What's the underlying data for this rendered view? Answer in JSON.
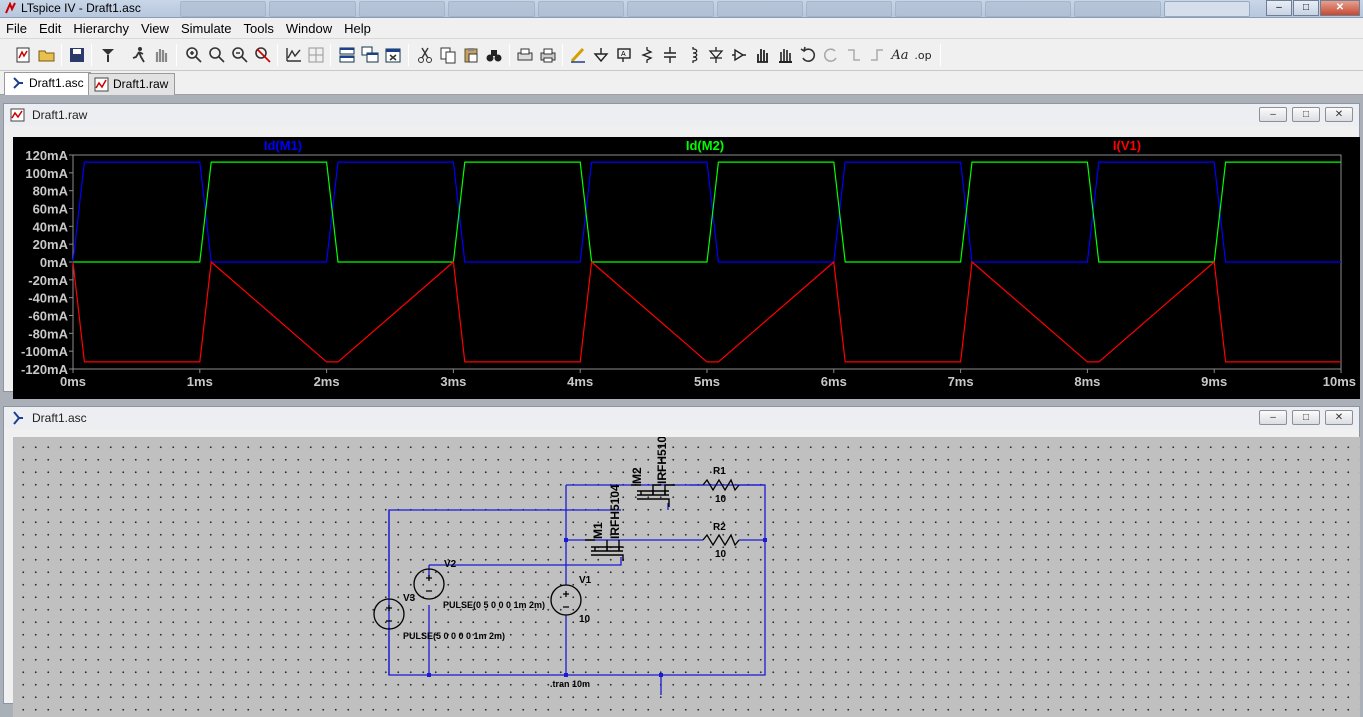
{
  "window": {
    "title": "LTspice IV - Draft1.asc",
    "controls": [
      "minimize",
      "maximize",
      "close"
    ]
  },
  "menu": [
    "File",
    "Edit",
    "Hierarchy",
    "View",
    "Simulate",
    "Tools",
    "Window",
    "Help"
  ],
  "toolbar_icons": [
    "new-schematic-icon",
    "open-icon",
    "save-icon",
    "control-panel-icon",
    "run-icon",
    "halt-icon",
    "zoom-in-icon",
    "zoom-area-icon",
    "zoom-out-icon",
    "zoom-fit-icon",
    "autorange-icon",
    "grid-icon",
    "tile-horizontal-icon",
    "cascade-icon",
    "close-all-icon",
    "cut-icon",
    "copy-icon",
    "paste-icon",
    "find-icon",
    "print-setup-icon",
    "print-icon",
    "wire-icon",
    "ground-icon",
    "label-icon",
    "resistor-icon",
    "capacitor-icon",
    "inductor-icon",
    "diode-icon",
    "component-icon",
    "move-icon",
    "drag-icon",
    "undo-icon",
    "redo-icon",
    "rotate-icon",
    "mirror-icon",
    "text-icon",
    "spice-directive-icon"
  ],
  "tabs": [
    {
      "label": "Draft1.asc",
      "active": true
    },
    {
      "label": "Draft1.raw",
      "active": false
    }
  ],
  "waveform": {
    "title": "Draft1.raw",
    "traces": [
      {
        "label": "Id(M1)",
        "color": "#0000ff"
      },
      {
        "label": "Id(M2)",
        "color": "#00ff00"
      },
      {
        "label": "I(V1)",
        "color": "#ff0000"
      }
    ],
    "y_ticks": [
      "120mA",
      "100mA",
      "80mA",
      "60mA",
      "40mA",
      "20mA",
      "0mA",
      "-20mA",
      "-40mA",
      "-60mA",
      "-80mA",
      "-100mA",
      "-120mA"
    ],
    "x_ticks": [
      "0ms",
      "1ms",
      "2ms",
      "3ms",
      "4ms",
      "5ms",
      "6ms",
      "7ms",
      "8ms",
      "9ms",
      "10ms"
    ]
  },
  "chart_data": {
    "type": "line",
    "xlabel": "",
    "ylabel": "",
    "xlim": [
      0,
      10
    ],
    "x_unit": "ms",
    "ylim": [
      -120,
      120
    ],
    "y_unit": "mA",
    "grid": false,
    "period_ms": 2,
    "series": [
      {
        "name": "Id(M1)",
        "color": "#0000ff",
        "x": [
          0,
          0.09,
          1.0,
          1.09,
          2.0,
          2.09,
          3.0,
          3.09,
          4.0,
          4.09,
          5.0,
          5.09,
          6.0,
          6.09,
          7.0,
          7.09,
          8.0,
          8.09,
          9.0,
          9.09,
          10.0
        ],
        "y": [
          0,
          112,
          112,
          0,
          0,
          112,
          112,
          0,
          0,
          112,
          112,
          0,
          0,
          112,
          112,
          0,
          0,
          112,
          112,
          0,
          0
        ]
      },
      {
        "name": "Id(M2)",
        "color": "#00ff00",
        "x": [
          0,
          1.0,
          1.09,
          2.0,
          2.09,
          3.0,
          3.09,
          4.0,
          4.09,
          5.0,
          5.09,
          6.0,
          6.09,
          7.0,
          7.09,
          8.0,
          8.09,
          9.0,
          9.09,
          10.0
        ],
        "y": [
          0,
          0,
          112,
          112,
          0,
          0,
          112,
          112,
          0,
          0,
          112,
          112,
          0,
          0,
          112,
          112,
          0,
          0,
          112,
          112
        ]
      },
      {
        "name": "I(V1)",
        "color": "#ff0000",
        "x": [
          0,
          0.09,
          1.0,
          1.09,
          2.0,
          2.09,
          3.0,
          3.09,
          4.0,
          4.09,
          5.0,
          5.09,
          6.0,
          6.09,
          7.0,
          7.09,
          8.0,
          8.09,
          9.0,
          9.09,
          10.0
        ],
        "y": [
          0,
          -112,
          -112,
          0,
          -112,
          -112,
          0,
          -112,
          -112,
          0,
          -112,
          -112,
          0,
          -112,
          -112,
          0,
          -112,
          -112,
          0,
          -112,
          -112
        ]
      }
    ]
  },
  "schematic": {
    "title": "Draft1.asc",
    "components": {
      "m2_name": "M2",
      "m2_model": "IRFH510",
      "m1_name": "M1",
      "m1_model": "IRFH5104",
      "r1_name": "R1",
      "r1_value": "10",
      "r2_name": "R2",
      "r2_value": "10",
      "v1_name": "V1",
      "v1_value": "10",
      "v2_name": "V2",
      "v2_value": "PULSE(0 5 0 0 0 1m 2m)",
      "v3_name": "V3",
      "v3_value": "PULSE(5 0 0 0 0 1m 2m)"
    },
    "directive": ".tran 10m"
  }
}
